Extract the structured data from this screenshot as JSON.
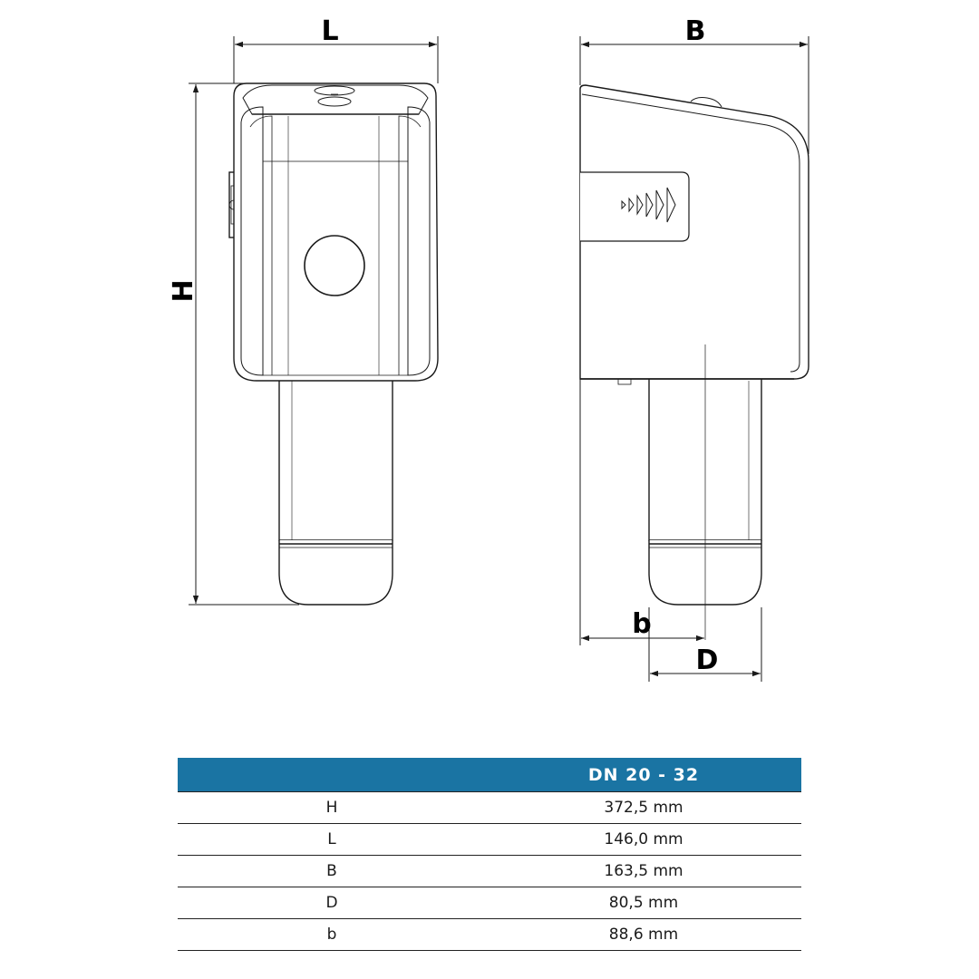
{
  "dimensions": {
    "L": "L",
    "B": "B",
    "H": "H",
    "b": "b",
    "D": "D"
  },
  "table": {
    "header": "DN 20 - 32",
    "rows": [
      {
        "name": "H",
        "value": "372,5 mm"
      },
      {
        "name": "L",
        "value": "146,0 mm"
      },
      {
        "name": "B",
        "value": "163,5 mm"
      },
      {
        "name": "D",
        "value": "80,5 mm"
      },
      {
        "name": "b",
        "value": "88,6 mm"
      }
    ]
  },
  "colors": {
    "header_bg": "#1a74a3",
    "line": "#1a1a1a",
    "body_fill": "#ffffff",
    "shade": "#f2f2f2"
  }
}
